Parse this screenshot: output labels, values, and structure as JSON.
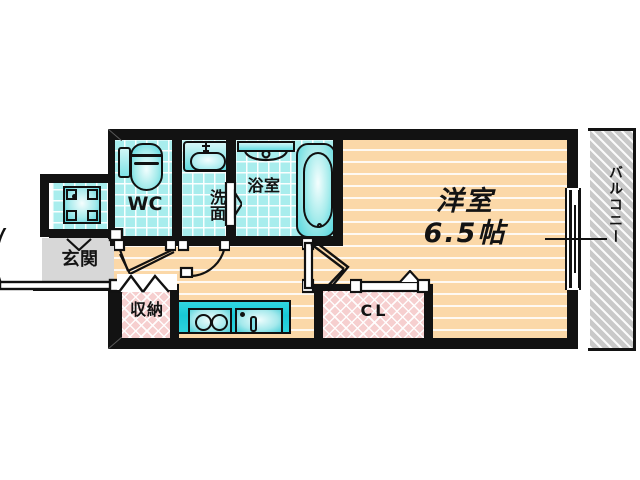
{
  "plan": {
    "title": "Japanese apartment floor plan (1K)",
    "rooms": [
      {
        "id": "main_room",
        "label": "洋室\n6.5帖",
        "label_line1": "洋室",
        "label_line2": "6.5帖",
        "size_jo": 6.5,
        "floor": "wood"
      },
      {
        "id": "balcony",
        "label": "バルコニー",
        "floor": "balcony"
      },
      {
        "id": "wc",
        "label": "WC",
        "floor": "tile"
      },
      {
        "id": "washroom",
        "label": "洗面",
        "floor": "tile"
      },
      {
        "id": "bathroom",
        "label": "浴室",
        "floor": "tile"
      },
      {
        "id": "genkan",
        "label": "玄関",
        "floor": "genkan"
      },
      {
        "id": "storage",
        "label": "収納",
        "floor": "closet"
      },
      {
        "id": "closet",
        "label": "CL",
        "floor": "closet"
      }
    ],
    "fixtures": [
      {
        "id": "toilet",
        "name": "toilet"
      },
      {
        "id": "bathtub",
        "name": "bathtub"
      },
      {
        "id": "vanity_sink",
        "name": "vanity-sink"
      },
      {
        "id": "bath_mirror",
        "name": "bath-mirror"
      },
      {
        "id": "kitchen_sink",
        "name": "kitchen-sink"
      },
      {
        "id": "kitchen_stove",
        "name": "two-burner-stove"
      },
      {
        "id": "shoe_cabinet",
        "name": "shoe-cabinet"
      }
    ],
    "openings": [
      {
        "id": "entry_door",
        "name": "entrance-swing-door"
      },
      {
        "id": "wc_door",
        "name": "wc-swing-door"
      },
      {
        "id": "washroom_door",
        "name": "washroom-swing-door"
      },
      {
        "id": "bath_door",
        "name": "bathroom-folding-door"
      },
      {
        "id": "room_door",
        "name": "main-room-swing-door"
      },
      {
        "id": "cl_door",
        "name": "closet-folding-door"
      },
      {
        "id": "storage_door",
        "name": "storage-folding-door"
      },
      {
        "id": "balcony_door",
        "name": "balcony-sliding-glass-door"
      }
    ],
    "colors": {
      "wall": "#121212",
      "wood_floor": "#FBD8A8",
      "tile_floor": "#A8EDED",
      "closet_floor": "#F6CFCF",
      "genkan_floor": "#D7D7D7",
      "balcony_floor": "#C9C9C9",
      "fixture_cyan": "#4FD6DE",
      "text": "#131313",
      "background": "#FFFFFF"
    }
  }
}
